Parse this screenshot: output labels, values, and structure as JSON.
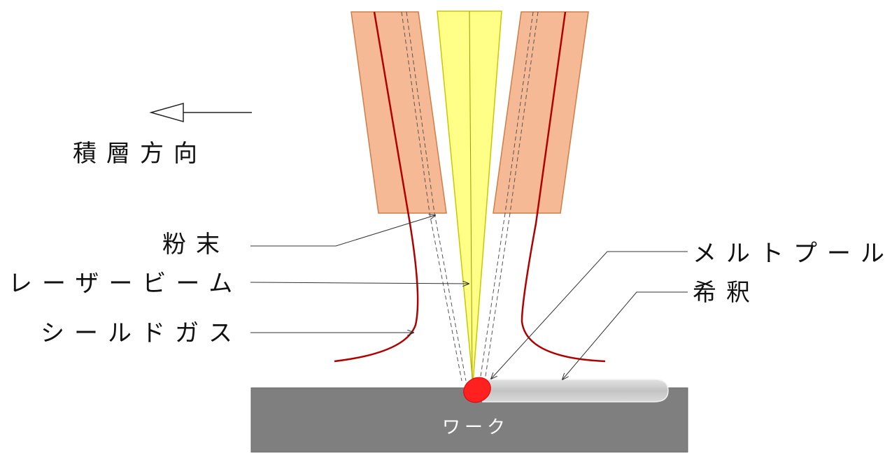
{
  "labels": {
    "direction": "積層方向",
    "powder": "粉末",
    "laser_beam": "レーザービーム",
    "shield_gas": "シールドガス",
    "melt_pool": "メルトプール",
    "dilution": "希釈",
    "work": "ワーク"
  },
  "colors": {
    "nozzle_fill": "#f5b995",
    "nozzle_edge": "#cf7d47",
    "gas_line": "#b00000",
    "laser_fill": "#ffff88",
    "laser_edge": "#c8c800",
    "work_fill": "#7f7f7f",
    "bead_fill": "#c6c6c6",
    "melt_pool": "#ff2020"
  }
}
